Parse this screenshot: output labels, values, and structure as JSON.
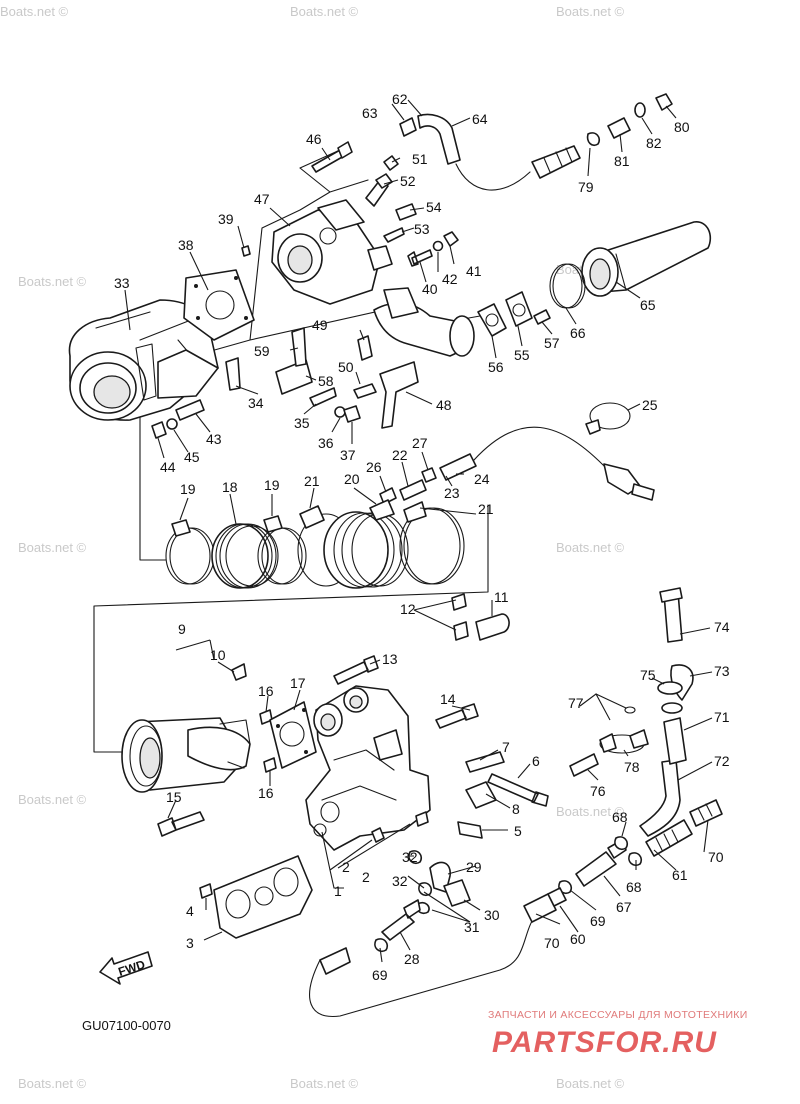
{
  "diagram": {
    "code": "GU07100-0070",
    "fwd_label": "FWD",
    "watermark_text": "Boats.net ©",
    "callouts": [
      "1",
      "2",
      "3",
      "4",
      "5",
      "6",
      "7",
      "8",
      "9",
      "10",
      "11",
      "12",
      "13",
      "14",
      "15",
      "16",
      "17",
      "18",
      "19",
      "20",
      "21",
      "22",
      "23",
      "24",
      "25",
      "26",
      "27",
      "28",
      "29",
      "30",
      "31",
      "32",
      "33",
      "34",
      "35",
      "36",
      "37",
      "38",
      "39",
      "40",
      "41",
      "42",
      "43",
      "44",
      "45",
      "46",
      "47",
      "48",
      "49",
      "50",
      "51",
      "52",
      "53",
      "54",
      "55",
      "56",
      "57",
      "58",
      "59",
      "60",
      "61",
      "62",
      "63",
      "64",
      "65",
      "66",
      "67",
      "68",
      "69",
      "70",
      "71",
      "72",
      "73",
      "74",
      "75",
      "76",
      "77",
      "78",
      "79",
      "80",
      "81",
      "82"
    ]
  },
  "brand": {
    "tagline": "ЗАПЧАСТИ И АКСЕССУАРЫ ДЛЯ МОТОТЕХНИКИ",
    "logo": "PARTSFOR.RU",
    "color": "#e46060"
  }
}
